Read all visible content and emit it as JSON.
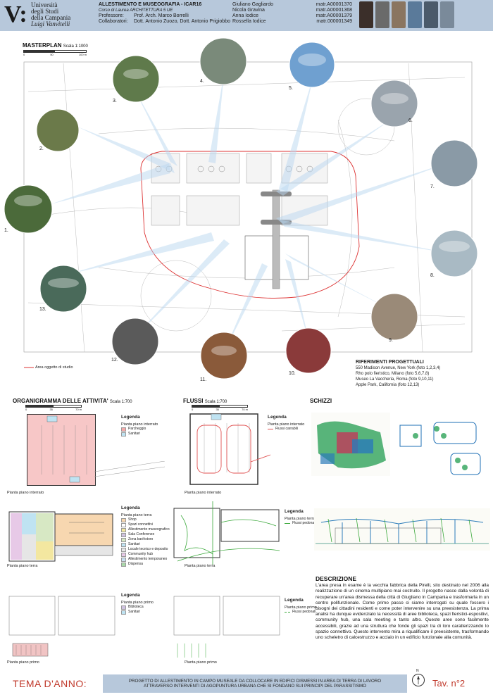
{
  "header": {
    "university": [
      "Università",
      "degli Studi",
      "della Campania"
    ],
    "university_name": "Luigi Vanvitelli",
    "course_title": "ALLESTIMENTO E MUSEOGRAFIA - ICAR16",
    "course_sub": "Corso di Laurea ARCHITETTURA 5 UE",
    "professor_label": "Professore:",
    "professor": "Prof. Arch. Marco Borrelli",
    "collab_label": "Collaboratori:",
    "collaborators": "Dott. Antonio Zuozo, Dott. Antonio Prigiobbo",
    "students": [
      {
        "name": "Giuliano Gagliardo",
        "matr": "matr.A00001370"
      },
      {
        "name": "Nicola Gravina",
        "matr": "matr.A00001368"
      },
      {
        "name": "Anna Iodice",
        "matr": "matr.A00001379"
      },
      {
        "name": "Rossella Iodice",
        "matr": "matr.000001349"
      }
    ],
    "photo_colors": [
      "#3b2f2a",
      "#6a6a6a",
      "#8a7560",
      "#5a7a9a",
      "#4a5a6a",
      "#7a8a9a"
    ]
  },
  "masterplan": {
    "title": "MASTERPLAN",
    "scale": "Scala 1:1000",
    "scale_marks": [
      "0",
      "50",
      "100 m"
    ],
    "legend_area": "Area oggetto di studio",
    "circles": [
      {
        "n": "1.",
        "color": "#4b6a3a"
      },
      {
        "n": "2.",
        "color": "#6b7a4a"
      },
      {
        "n": "3.",
        "color": "#5f7a4b"
      },
      {
        "n": "4.",
        "color": "#7a8a7a"
      },
      {
        "n": "5.",
        "color": "#6fa0d0"
      },
      {
        "n": "6.",
        "color": "#9aa4ad"
      },
      {
        "n": "7.",
        "color": "#8a9aa6"
      },
      {
        "n": "8.",
        "color": "#a9bac4"
      },
      {
        "n": "9.",
        "color": "#9a8a78"
      },
      {
        "n": "10.",
        "color": "#8a3a3a"
      },
      {
        "n": "11.",
        "color": "#8a5a3a"
      },
      {
        "n": "12.",
        "color": "#5a5a5a"
      },
      {
        "n": "13.",
        "color": "#4a6a5a"
      }
    ]
  },
  "riferimenti": {
    "title": "RIFERIMENTI PROGETTUALI",
    "items": [
      "550 Madison Avenue, New York (foto 1,2,3,4)",
      "Rho polo fieristico, Milano (foto 5,6,7,8)",
      "Museo La Vaccheria, Roma (foto 9,10,11)",
      "Apple Park, California (foto 12,13)"
    ]
  },
  "organigramma": {
    "title": "ORGANIGRAMMA DELLE ATTIVITA'",
    "scale": "Scala 1:700",
    "scale_marks": [
      "0",
      "35",
      "70 m"
    ],
    "legend_title": "Legenda",
    "plan_label": "Pianta piano interrato",
    "legend_interrato_head": "Pianta piano interrato",
    "legend_interrato": [
      {
        "label": "Parcheggio",
        "color": "#f4a9a9"
      },
      {
        "label": "Sanitari",
        "color": "#bfe3f2"
      }
    ],
    "terra_label": "Pianta piano terra",
    "legend_terra_head": "Pianta piano terra",
    "legend_terra": [
      {
        "label": "Shop",
        "color": "#f7d7b0"
      },
      {
        "label": "Spazi connettivi",
        "color": "#ffffff"
      },
      {
        "label": "Allestimento museografico",
        "color": "#f3e7a0"
      },
      {
        "label": "Sala Conferenze",
        "color": "#cfc2e0"
      },
      {
        "label": "Zona bar/ristoro",
        "color": "#d7e8c4"
      },
      {
        "label": "Sanitari",
        "color": "#bfe3f2"
      },
      {
        "label": "Locale tecnico e deposito",
        "color": "#e6e6e6"
      },
      {
        "label": "Community hub",
        "color": "#e7c9e7"
      },
      {
        "label": "Allestimento temporaneo",
        "color": "#c9e0f3"
      },
      {
        "label": "Dispensa",
        "color": "#a9d9a9"
      }
    ],
    "primo_label": "Pianta piano primo",
    "legend_primo_head": "Pianta piano primo",
    "legend_primo": [
      {
        "label": "Biblioteca",
        "color": "#cfc2e0"
      },
      {
        "label": "Sanitari",
        "color": "#bfe3f2"
      }
    ]
  },
  "flussi": {
    "title": "FLUSSI",
    "scale": "Scala 1:700",
    "scale_marks": [
      "0",
      "35",
      "70 m"
    ],
    "legend_title": "Legenda",
    "interrato_label": "Pianta piano interrato",
    "legend_interrato_head": "Pianta piano interrato",
    "legend_interrato_item": "Flussi carrabili",
    "terra_label": "Pianta piano terra",
    "legend_terra_head": "Pianta piano terra",
    "legend_terra_item": "Flussi pedonali",
    "primo_label": "Pianta piano primo",
    "legend_primo_head": "Pianta piano primo",
    "legend_primo_item": "Flussi pedonali",
    "car_color": "#e05050",
    "ped_color": "#3aa83a"
  },
  "schizzi": {
    "title": "SCHIZZI"
  },
  "descrizione": {
    "title": "DESCRIZIONE",
    "text": "L'area presa in esame è la vecchia fabbrica della Pirelli, sito destinato nel 2006 alla realizzazione di un cinema multipiano mai costruito. Il progetto nasce dalla volontà di recuperare un'area dismessa della città di Giugliano in Campania e trasformarla in un centro polifunzionale. Come primo passo ci siamo interrogati su quale fossero i bisogni dei cittadini residenti e come poter intervenire su una preesistenza. La prima analisi ha dunque evidenziato la necessità di aree biblioteca, spazi fieristici-espositivi, community hub, una sala meeting e tanto altro. Queste aree sono facilmente accessibili, grazie ad una struttura che fonde gli spazi tra di loro caratterizzando lo spazio connettivo. Questo intervento mira a riqualificare il preesistente, trasformando uno scheletro di calcestruzzo e acciaio in un edificio funzionale alla comunità."
  },
  "footer": {
    "tema": "TEMA D'ANNO:",
    "line1": "PROGETTO DI ALLESTIMENTO IN CAMPO MUSEALE DA COLLOCARE IN EDIFICI DISMESSI IN AREA DI TERRA DI LAVORO",
    "line2": "ATTRAVERSO INTERVENTI DI AGOPUNTURA URBANA CHE SI FONDANO SUI PRINCIPI DEL PARASSITISMO",
    "north": "N",
    "tav": "Tav. n°2"
  }
}
